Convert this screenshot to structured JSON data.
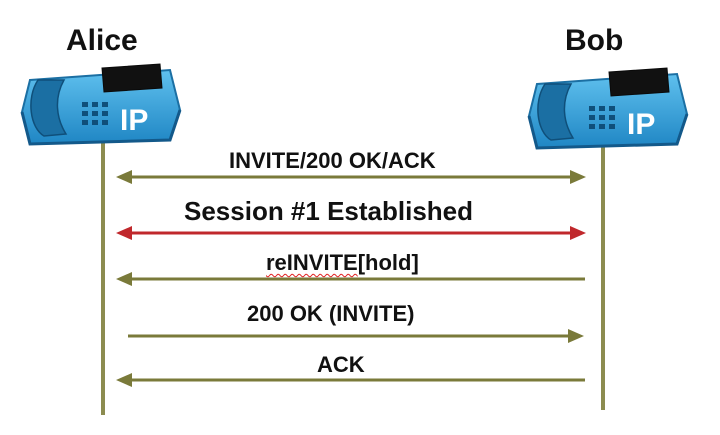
{
  "participants": {
    "left": {
      "name": "Alice",
      "badge": "IP"
    },
    "right": {
      "name": "Bob",
      "badge": "IP"
    }
  },
  "messages": [
    {
      "label": "INVITE/200 OK/ACK",
      "direction": "both",
      "color": "#7a7a3a"
    },
    {
      "label": "Session #1 Established",
      "direction": "both",
      "color": "#c0282c"
    },
    {
      "label_misspelled": "reINVITE",
      "label_rest": "[hold]",
      "direction": "to-left",
      "color": "#7a7a3a"
    },
    {
      "label": "200 OK (INVITE)",
      "direction": "to-right",
      "color": "#7a7a3a"
    },
    {
      "label": "ACK",
      "direction": "to-left",
      "color": "#7a7a3a"
    }
  ],
  "colors": {
    "phone_body": "#2e9bd6",
    "phone_dark": "#1b6fa3",
    "lifeline": "#8c8c50"
  },
  "icons": [
    "ip-phone-icon",
    "ip-phone-icon"
  ]
}
